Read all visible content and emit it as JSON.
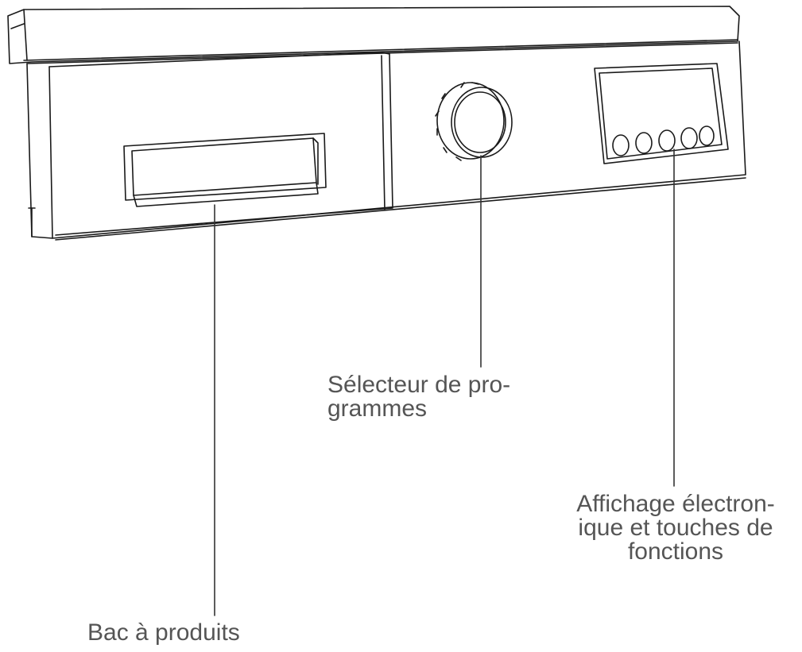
{
  "diagram": {
    "labels": {
      "program_selector": [
        "Sélecteur de pro-",
        "grammes"
      ],
      "display_and_buttons": [
        "Affichage électron-",
        "ique et touches de",
        "fonctions"
      ],
      "detergent_tray": [
        "Bac à produits"
      ]
    },
    "function_button_count": 5,
    "colors": {
      "outline": "#1a1a1a",
      "leader_line": "#333333",
      "label_text": "#555555",
      "background": "#ffffff"
    }
  }
}
